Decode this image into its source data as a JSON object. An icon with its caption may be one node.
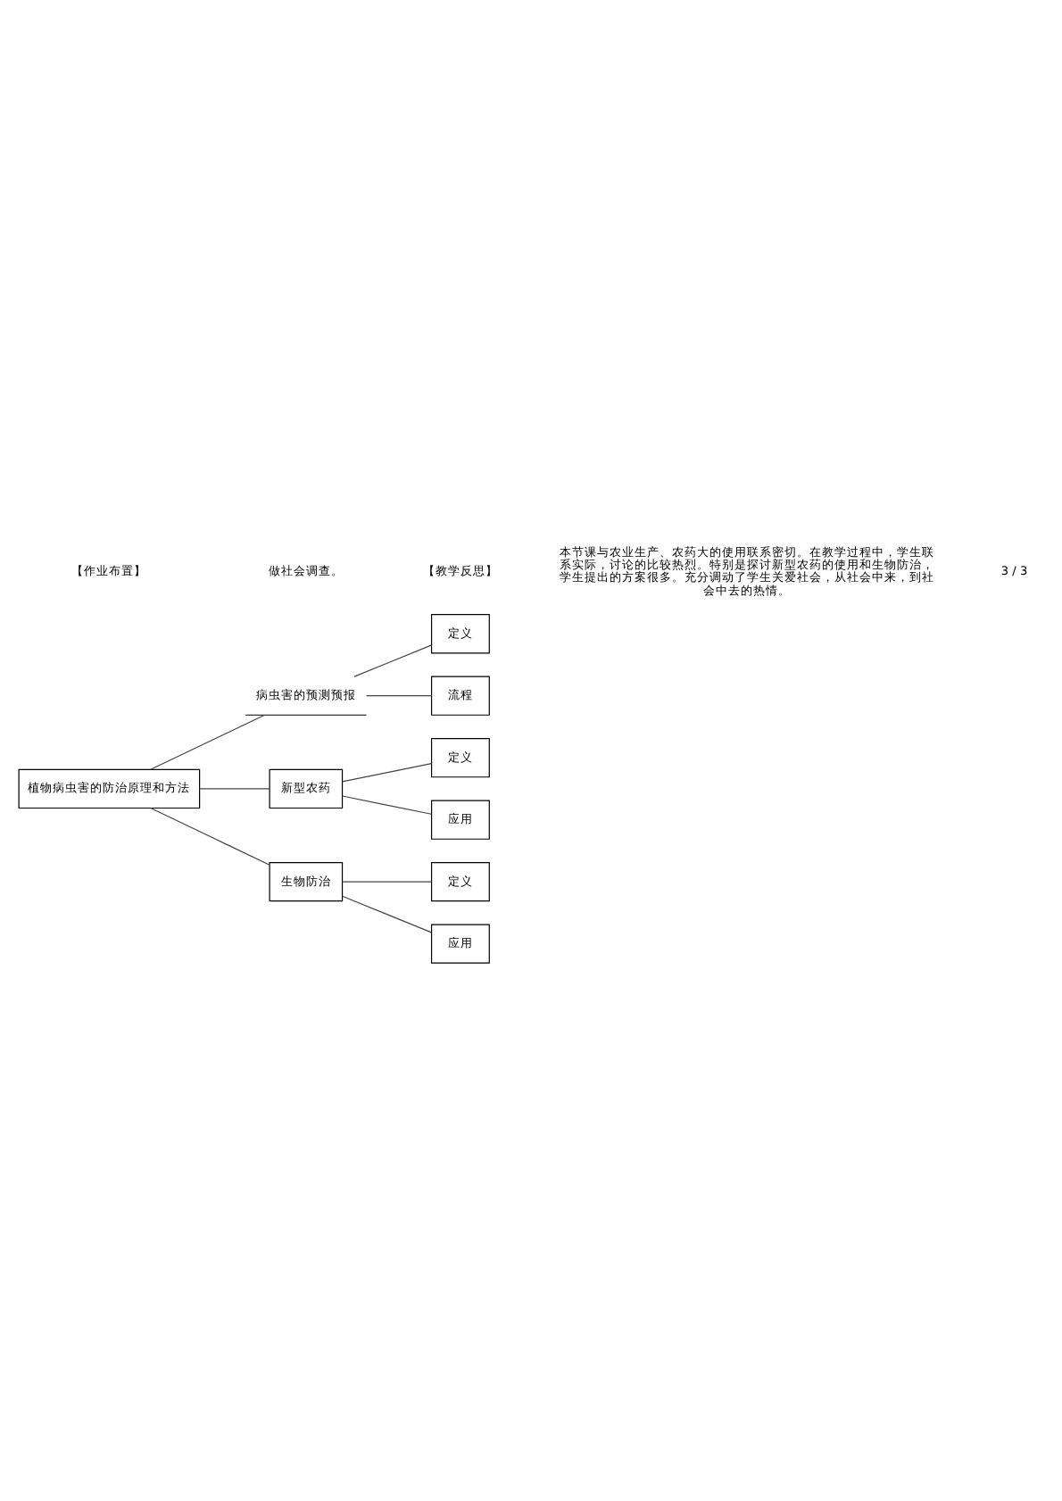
{
  "diagram": {
    "nodes": [
      {
        "text": [
          "植物病虫害的防治原理和方法"
        ]
      },
      {
        "text": [
          "病虫害的预测预报"
        ]
      },
      {
        "text": [
          "定义"
        ]
      },
      {
        "text": [
          "流程"
        ]
      },
      {
        "text": [
          "新型农药"
        ]
      },
      {
        "text": [
          "定义"
        ]
      },
      {
        "text": [
          "应用"
        ]
      },
      {
        "text": [
          "生物防治"
        ]
      },
      {
        "text": [
          "定义"
        ]
      },
      {
        "text": [
          "应用"
        ]
      }
    ],
    "edges": [
      {
        "from": 0,
        "to": 1,
        "arrow": "none"
      },
      {
        "from": 0,
        "to": 4,
        "arrow": "none"
      },
      {
        "from": 0,
        "to": 7,
        "arrow": "none"
      },
      {
        "from": 1,
        "to": 2,
        "arrow": "none"
      },
      {
        "from": 1,
        "to": 3,
        "arrow": "none"
      },
      {
        "from": 4,
        "to": 5,
        "arrow": "none"
      },
      {
        "from": 4,
        "to": 6,
        "arrow": "none"
      },
      {
        "from": 7,
        "to": 8,
        "arrow": "none"
      },
      {
        "from": 7,
        "to": 9,
        "arrow": "none"
      }
    ],
    "labels": [
      "【作业布置】",
      "做社会调查。",
      "【教学反思】",
      "本节课与农业生产、农药大的使用联系密切。在教学过程中，学生联系实际，讨论的比较热烈。特别是探讨新型农药的使用和生物防治，学生提出的方案很多。充分调动了学生关爱社会，从社会中来，到社会中去的热情。",
      "3 / 3"
    ]
  }
}
